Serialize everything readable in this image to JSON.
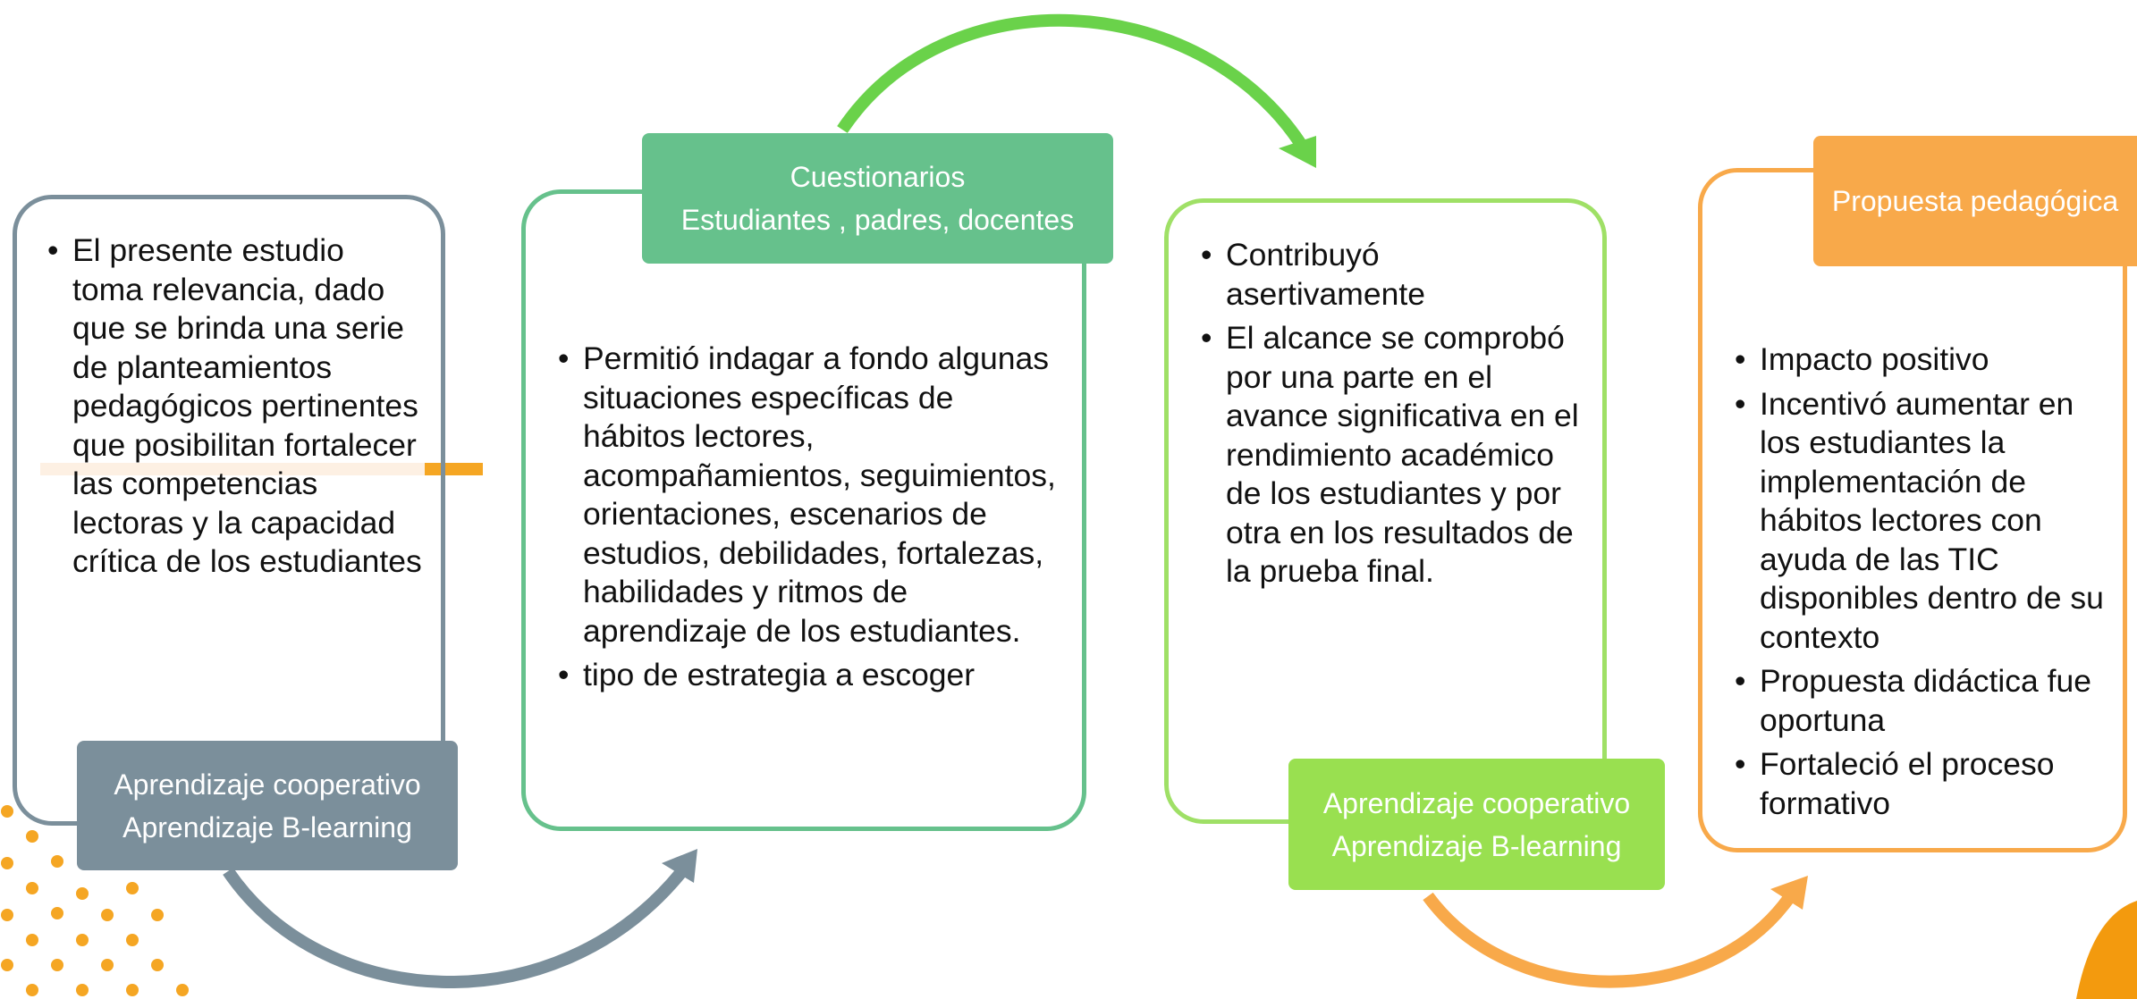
{
  "colors": {
    "slate": "#7b8f9b",
    "green": "#66c18c",
    "lime": "#99e050",
    "lime_border": "#9fe066",
    "arrow_green": "#6ad24a",
    "orange": "#f8a94a",
    "orange_dot": "#f5a623",
    "orange_deep": "#f39a0e",
    "peach": "#fdf0e3"
  },
  "cards": [
    {
      "bullets": [
        "El presente estudio toma relevancia, dado que se brinda una serie de planteamientos pedagógicos pertinentes que posibilitan fortalecer las competencias lectoras y la capacidad crítica de los estudiantes"
      ]
    },
    {
      "bullets": [
        "Permitió indagar a fondo algunas situaciones específicas de hábitos lectores, acompañamientos, seguimientos, orientaciones, escenarios de estudios, debilidades, fortalezas, habilidades y ritmos de aprendizaje de los estudiantes.",
        " tipo de estrategia a escoger"
      ]
    },
    {
      "bullets": [
        "Contribuyó asertivamente",
        "El alcance se comprobó por una parte en el avance significativa en el rendimiento académico de los estudiantes y por otra en los resultados de la prueba final."
      ]
    },
    {
      "bullets": [
        "Impacto positivo",
        "Incentivó aumentar en los   estudiantes la implementación de hábitos lectores con ayuda de las TIC disponibles dentro de su contexto",
        "Propuesta didáctica fue oportuna",
        "Fortaleció el proceso formativo"
      ]
    }
  ],
  "tags": {
    "card1": {
      "lines": [
        "Aprendizaje cooperativo",
        "Aprendizaje B-learning"
      ]
    },
    "card2": {
      "lines": [
        "Cuestionarios",
        "Estudiantes , padres, docentes"
      ]
    },
    "card3": {
      "lines": [
        "Aprendizaje cooperativo",
        "Aprendizaje B-learning"
      ]
    },
    "card4": {
      "lines": [
        "Propuesta pedagógica"
      ]
    }
  },
  "arrows": [
    {
      "name": "arrow-card1-to-card2",
      "color": "slate"
    },
    {
      "name": "arrow-card2-to-card3",
      "color": "arrow_green"
    },
    {
      "name": "arrow-card3-to-card4",
      "color": "orange"
    }
  ]
}
